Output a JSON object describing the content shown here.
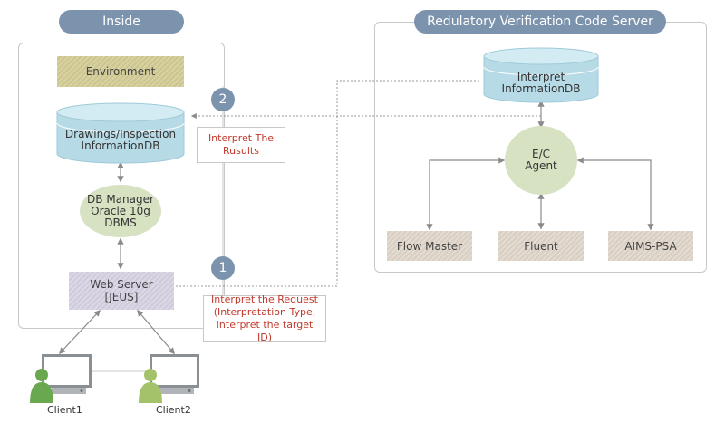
{
  "inside": {
    "title": "Inside",
    "environment": "Environment",
    "drawings_db": "Drawings/Inspection InformationDB",
    "db_manager": "DB Manager Oracle 10g DBMS",
    "web_server": "Web Server [JEUS]",
    "step2": "2",
    "step1": "1",
    "note_results": "Interpret The Rusults",
    "note_request": "Interpret the Request (Interpretation Type, Interpret the target ID)"
  },
  "server": {
    "title": "Redulatory Verification Code Server",
    "interpret_db": "Interpret InformationDB",
    "agent": "E/C Agent",
    "flow_master": "Flow Master",
    "fluent": "Fluent",
    "aims": "AIMS-PSA"
  },
  "clients": {
    "client1": "Client1",
    "client2": "Client2"
  },
  "colors": {
    "pill": "#7c93ad",
    "cylinder": "#b7dbe6",
    "circle": "#d6e2c2",
    "note_text": "#c0392b",
    "client_person": "#6aa84f"
  }
}
